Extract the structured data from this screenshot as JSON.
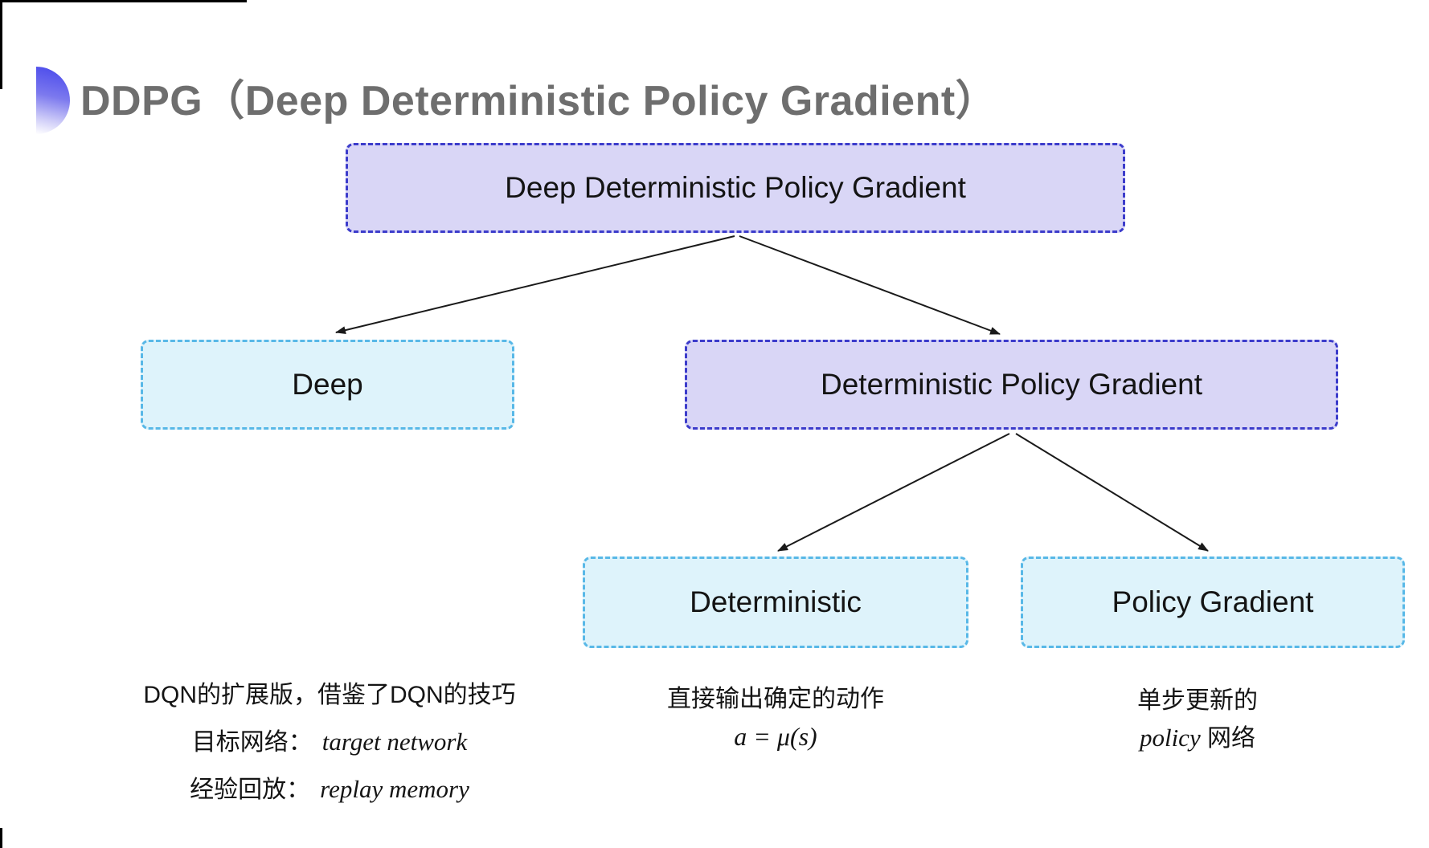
{
  "header": {
    "title": "DDPG（Deep Deterministic Policy Gradient）"
  },
  "nodes": {
    "root": {
      "label": "Deep Deterministic Policy Gradient"
    },
    "deep": {
      "label": "Deep"
    },
    "dpg": {
      "label": "Deterministic Policy Gradient"
    },
    "deterministic": {
      "label": "Deterministic"
    },
    "policy_gradient": {
      "label": "Policy Gradient"
    }
  },
  "notes": {
    "deep": {
      "line1": "DQN的扩展版，借鉴了DQN的技巧",
      "target_label": "目标网络：",
      "target_value": "target network",
      "replay_label": "经验回放：",
      "replay_value": "replay memory"
    },
    "deterministic": {
      "line1": "直接输出确定的动作",
      "formula": "a = μ(s)"
    },
    "policy_gradient": {
      "line1": "单步更新的",
      "line2_italic": "policy",
      "line2_rest": " 网络"
    }
  },
  "colors": {
    "purple_fill": "#d9d6f6",
    "purple_border": "#3c3ccb",
    "cyan_fill": "#def3fb",
    "cyan_border": "#58b8e7",
    "title_gray": "#6e6e6e",
    "arrow_black": "#1a1a1a",
    "bullet_blue": "#4f4fec"
  }
}
